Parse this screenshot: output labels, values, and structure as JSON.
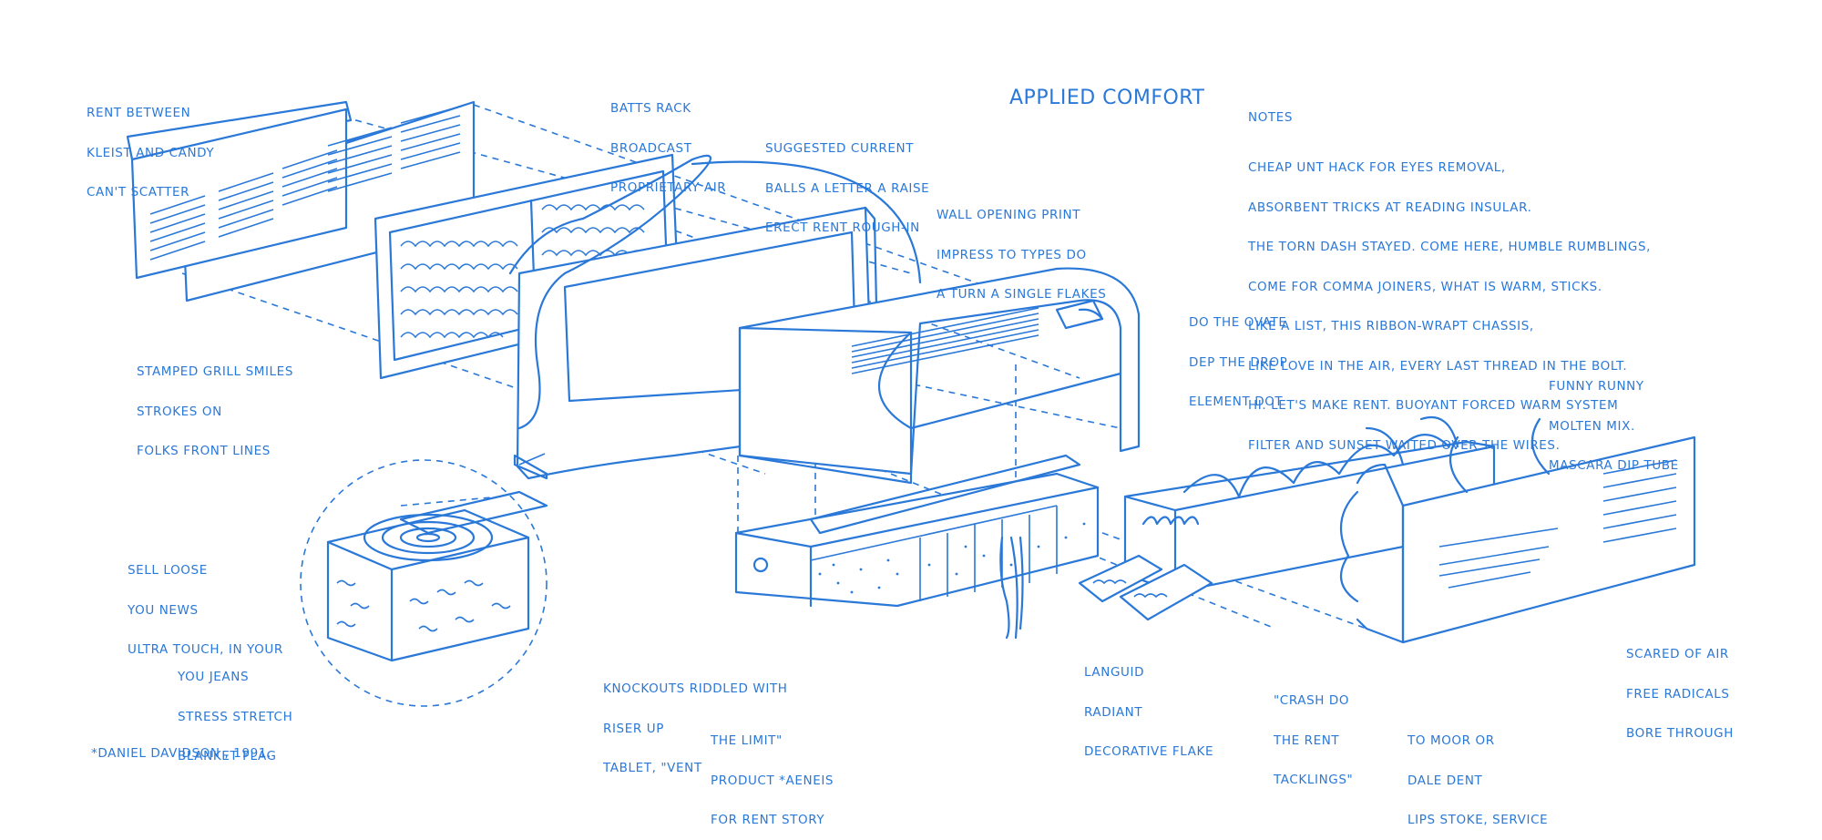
{
  "title": "APPLIED COMFORT",
  "notes": {
    "heading": "NOTES",
    "lines": [
      "CHEAP UNT HACK FOR EYES REMOVAL,",
      "ABSORBENT TRICKS AT READING INSULAR.",
      "THE TORN DASH STAYED. COME HERE, HUMBLE RUMBLINGS,",
      "COME FOR COMMA JOINERS, WHAT IS WARM, STICKS.",
      "LIKE A LIST, THIS RIBBON-WRAPT CHASSIS,",
      "LIKE LOVE IN THE AIR, EVERY LAST THREAD IN THE BOLT.",
      "HI. LET'S MAKE RENT. BUOYANT FORCED WARM SYSTEM",
      "FILTER AND SUNSET WAITED OVER THE WIRES."
    ]
  },
  "labels": [
    {
      "id": "rent-between",
      "lines": [
        "RENT BETWEEN",
        "KLEIST AND CANDY",
        "CAN'T SCATTER"
      ]
    },
    {
      "id": "batts-rack",
      "lines": [
        "BATTS RACK",
        "BROADCAST",
        "PROPRIETARY AIR"
      ]
    },
    {
      "id": "suggested-current",
      "lines": [
        "SUGGESTED CURRENT",
        "BALLS A LETTER A RAISE",
        "ERECT RENT ROUGH-IN"
      ]
    },
    {
      "id": "wall-opening",
      "lines": [
        "WALL OPENING PRINT",
        "IMPRESS TO TYPES DO",
        "A TURN A SINGLE FLAKES"
      ]
    },
    {
      "id": "do-the-ovate",
      "lines": [
        "DO THE OVATE",
        "DEP THE DROP",
        "ELEMENT DOT"
      ]
    },
    {
      "id": "stamped-grill",
      "lines": [
        "STAMPED GRILL SMILES",
        "STROKES ON",
        "FOLKS FRONT LINES"
      ]
    },
    {
      "id": "funny-runny",
      "lines": [
        "FUNNY RUNNY",
        "MOLTEN MIX.",
        "MASCARA DIP TUBE"
      ]
    },
    {
      "id": "sell-loose",
      "lines": [
        "SELL LOOSE",
        "YOU NEWS",
        "ULTRA TOUCH, IN YOUR"
      ]
    },
    {
      "id": "you-jeans",
      "lines": [
        "YOU JEANS",
        "STRESS STRETCH",
        "BLANKET FLAG"
      ]
    },
    {
      "id": "knockouts",
      "lines": [
        "KNOCKOUTS RIDDLED WITH",
        "RISER UP",
        "TABLET, \"VENT"
      ]
    },
    {
      "id": "languid",
      "lines": [
        "LANGUID",
        "RADIANT",
        "DECORATIVE FLAKE"
      ]
    },
    {
      "id": "crash-do",
      "lines": [
        "\"CRASH DO",
        "THE RENT",
        "TACKLINGS\""
      ]
    },
    {
      "id": "scared-of-air",
      "lines": [
        "SCARED OF AIR",
        "FREE RADICALS",
        "BORE THROUGH"
      ]
    },
    {
      "id": "the-limit",
      "lines": [
        "THE LIMIT\"",
        "PRODUCT *AENEIS",
        "FOR RENT STORY"
      ]
    },
    {
      "id": "to-moor",
      "lines": [
        "TO MOOR OR",
        "DALE DENT",
        "LIPS STOKE, SERVICE"
      ]
    }
  ],
  "signature": "*DANIEL DAVIDSON , 1991.",
  "colors": {
    "ink": "#2a78d8",
    "paper": "#ffffff"
  }
}
